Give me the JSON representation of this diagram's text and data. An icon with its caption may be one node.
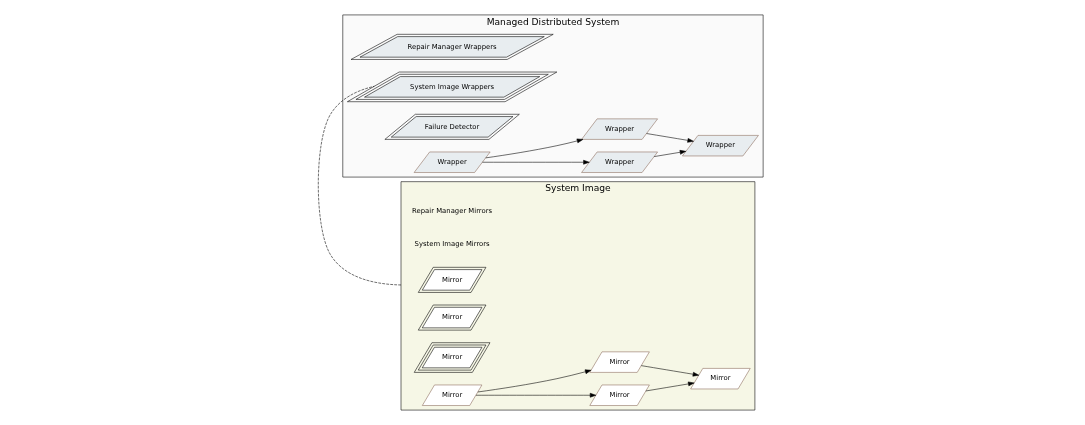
{
  "diagram": {
    "nodes": [
      {
        "text": [
          "System Image"
        ]
      },
      {
        "text": [
          "Mirror"
        ],
        "in": 0
      },
      {
        "text": [
          "Mirror"
        ],
        "in": 0
      },
      {
        "text": [
          "Mirror"
        ],
        "in": 0
      },
      {
        "text": [
          "Mirror"
        ],
        "in": 0
      },
      {
        "text": [
          "Mirror"
        ],
        "in": 0
      },
      {
        "text": [
          "Mirror"
        ],
        "in": 0
      },
      {
        "text": [
          "Mirror"
        ],
        "in": 0
      },
      {
        "text": [
          "Managed Distributed System"
        ]
      },
      {
        "text": [
          "Repair Manager Wrappers"
        ],
        "in": 8
      },
      {
        "text": [
          "System Image Wrappers"
        ],
        "in": 8
      },
      {
        "text": [
          "Failure Detector"
        ],
        "in": 8
      },
      {
        "text": [
          "Wrapper"
        ],
        "in": 8
      },
      {
        "text": [
          "Wrapper"
        ],
        "in": 8
      },
      {
        "text": [
          "Wrapper"
        ],
        "in": 8
      },
      {
        "text": [
          "Wrapper"
        ],
        "in": 8
      }
    ],
    "edges": [
      {
        "from": 4,
        "to": 5,
        "arrow": "to"
      },
      {
        "from": 4,
        "to": 6,
        "arrow": "to"
      },
      {
        "from": 5,
        "to": 7,
        "arrow": "to"
      },
      {
        "from": 6,
        "to": 7,
        "arrow": "to"
      },
      {
        "from": 12,
        "to": 13,
        "arrow": "to"
      },
      {
        "from": 12,
        "to": 14,
        "arrow": "to"
      },
      {
        "from": 13,
        "to": 15,
        "arrow": "to"
      },
      {
        "from": 14,
        "to": 15,
        "arrow": "to"
      },
      {
        "from": 0,
        "to": 10,
        "arrow": "none",
        "style": "dashed"
      }
    ],
    "labels": [
      "Repair Manager Mirrors",
      "System Image Mirrors"
    ]
  }
}
